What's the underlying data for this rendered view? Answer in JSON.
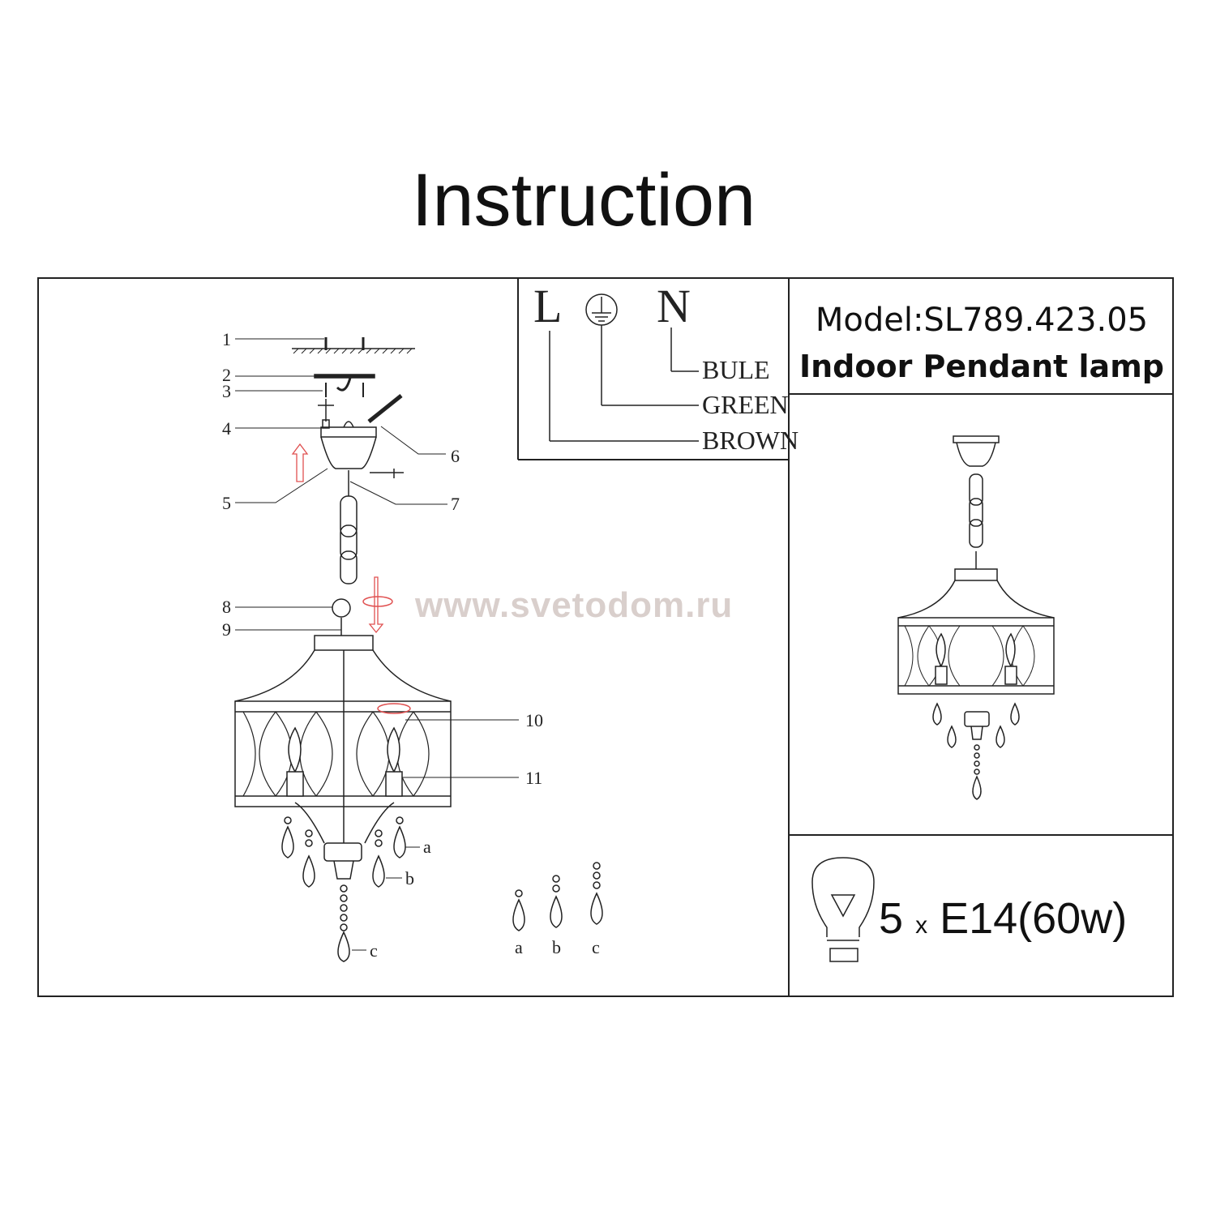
{
  "title": "Instruction",
  "wiring": {
    "letters": [
      "L",
      "N"
    ],
    "wires": [
      "BULE",
      "GREEN",
      "BROWN"
    ]
  },
  "model": "Model:SL789.423.05",
  "product_type": "Indoor Pendant lamp",
  "watermark": "www.svetodom.ru",
  "part_labels": [
    "1",
    "2",
    "3",
    "4",
    "5",
    "6",
    "7",
    "8",
    "9",
    "10",
    "11"
  ],
  "crystal_labels": [
    "a",
    "b",
    "c"
  ],
  "bulb": {
    "count": "5",
    "x": "x",
    "spec": "E14(60w)"
  }
}
